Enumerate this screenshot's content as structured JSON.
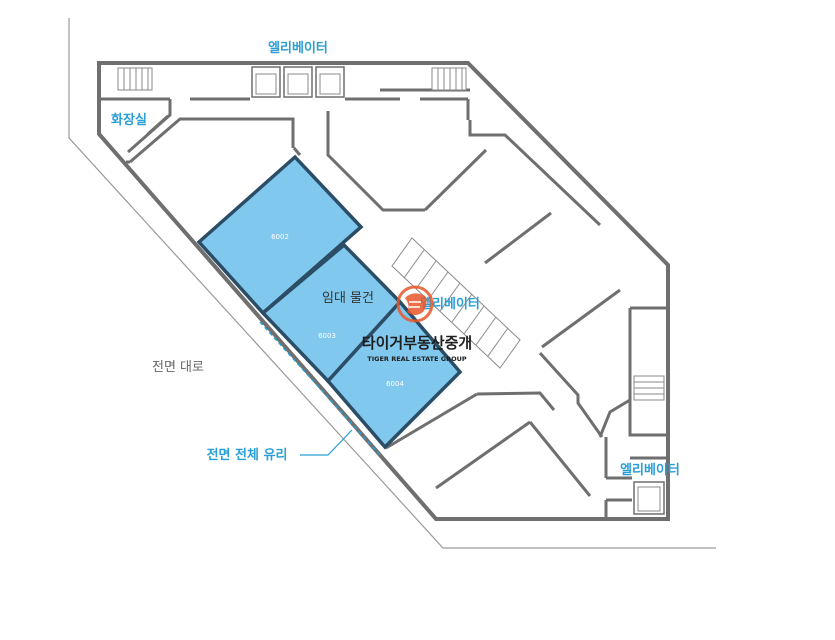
{
  "labels": {
    "elevator_top": "엘리베이터",
    "restroom": "화장실",
    "elevator_center": "엘리베이터",
    "elevator_right": "엘리베이터",
    "front_road": "전면 대로",
    "front_glass": "전면 전체 유리",
    "lease_property": "임대 물건"
  },
  "units": [
    {
      "id": "6002"
    },
    {
      "id": "6003"
    },
    {
      "id": "6004"
    }
  ],
  "watermark": {
    "name": "타이거부동산중개",
    "subtitle": "TIGER REAL ESTATE GROUP"
  },
  "colors": {
    "unit_fill": "#80c8ee",
    "unit_outline": "#2b4d66",
    "label_blue": "#2a9fd6",
    "wall": "#6f6f6f",
    "logo": "#e8572a"
  }
}
